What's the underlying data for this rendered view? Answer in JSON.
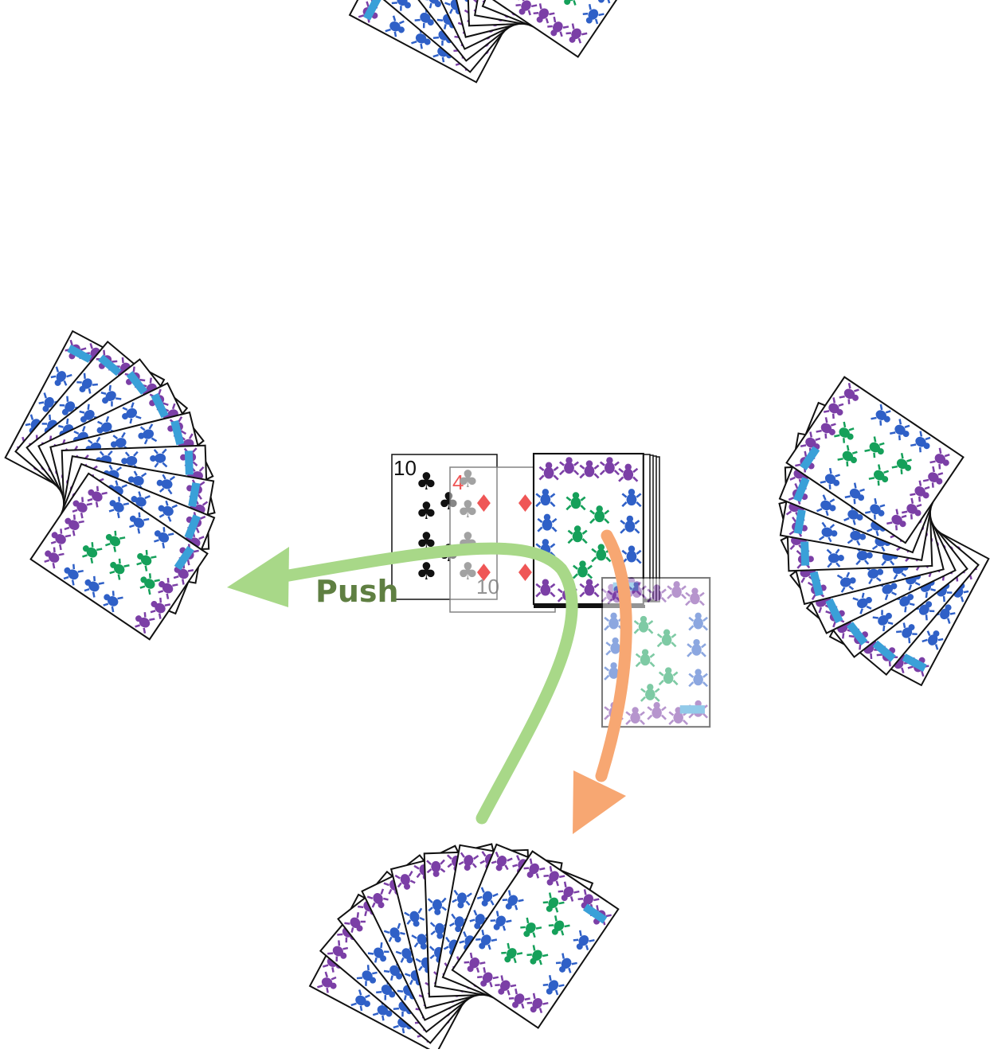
{
  "action": {
    "push_label": "Push"
  },
  "colors": {
    "green_arrow": "#a8d888",
    "orange_arrow": "#f7a772",
    "push_text": "#5f7f42",
    "bug_purple": "#7b3fa6",
    "bug_blue": "#2f60c7",
    "bug_green": "#15a05a",
    "clubs": "#111111",
    "diamonds": "#ee4444"
  },
  "table": {
    "faceup_cards": [
      {
        "rank": "10",
        "suit": "clubs",
        "symbol": "♣"
      },
      {
        "rank": "4",
        "suit": "diamonds",
        "symbol": "♦"
      }
    ]
  },
  "icons": [
    "card-back-bug-pattern",
    "green-push-arrow",
    "orange-deal-arrow"
  ]
}
